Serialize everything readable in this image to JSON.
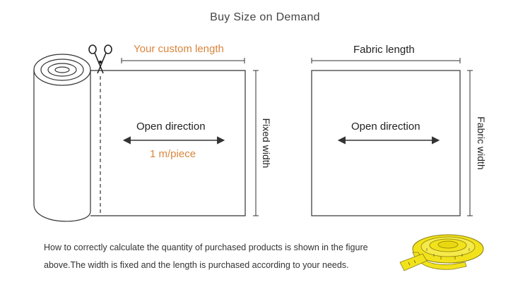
{
  "header": {
    "title": "Buy Size on Demand"
  },
  "left_diagram": {
    "length_label": "Your custom length",
    "direction_label": "Open direction",
    "unit_label": "1 m/piece",
    "width_label": "Fixed width"
  },
  "right_diagram": {
    "length_label": "Fabric length",
    "direction_label": "Open direction",
    "width_label": "Fabric width"
  },
  "footer": {
    "line1": "How to correctly calculate the quantity of purchased products is shown in the figure",
    "line2": "above.The width is fixed and the length is purchased according to your needs."
  },
  "colors": {
    "accent": "#d9853b",
    "line": "#333333",
    "tape_yellow": "#f2e21c"
  },
  "icons": [
    "scissors-icon",
    "fabric-roll-icon",
    "tape-measure-icon"
  ]
}
